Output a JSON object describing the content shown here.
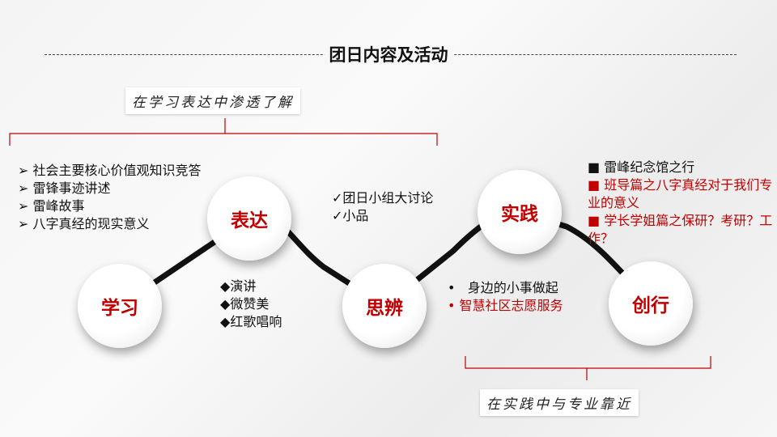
{
  "title": "团日内容及活动",
  "top_label": "在学习表达中渗透了解",
  "bottom_label": "在实践中与专业靠近",
  "nodes": [
    "学习",
    "表达",
    "思辨",
    "实践",
    "创行"
  ],
  "learn_items": [
    "社会主要核心价值观知识竞答",
    "雷锋事迹讲述",
    "雷峰故事",
    "八字真经的现实意义"
  ],
  "express_items": [
    "演讲",
    "微赞美",
    "红歌唱响"
  ],
  "debate_items": [
    "团日小组大讨论",
    "小品"
  ],
  "practice_items": [
    "身边的小事做起",
    "智慧社区志愿服务"
  ],
  "innovate_items": [
    "雷峰纪念馆之行",
    "班导篇之八字真经对于我们专业的意义",
    "学长学姐篇之保研？考研？工作？"
  ],
  "colors": {
    "accent": "#c00000"
  }
}
